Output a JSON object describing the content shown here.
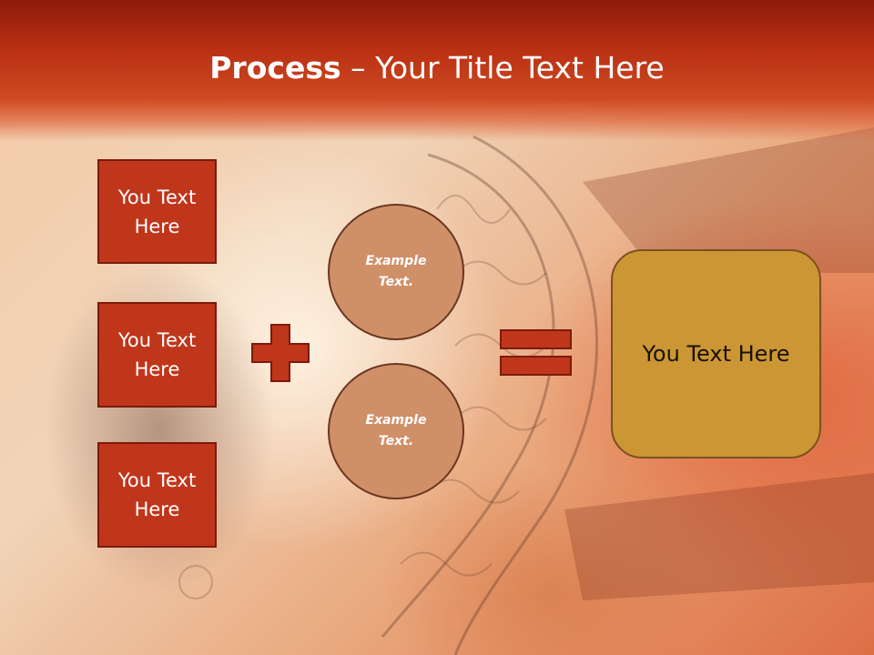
{
  "slide": {
    "title_bold": "Process",
    "title_rest": " – Your Title Text Here",
    "inputs": [
      {
        "label_line1": "You Text",
        "label_line2": "Here"
      },
      {
        "label_line1": "You Text",
        "label_line2": "Here"
      },
      {
        "label_line1": "You Text",
        "label_line2": "Here"
      }
    ],
    "operator_plus": "plus-icon",
    "circles": [
      {
        "line1": "Example",
        "line2": "Text."
      },
      {
        "line1": "Example",
        "line2": "Text."
      }
    ],
    "operator_equals": "equals-icon",
    "result": {
      "label": "You Text Here"
    }
  },
  "colors": {
    "header": "#b93013",
    "box_fill": "#c0361b",
    "box_border": "#7c1a0a",
    "circle_fill": "#cf9068",
    "result_fill": "#cc9634"
  }
}
